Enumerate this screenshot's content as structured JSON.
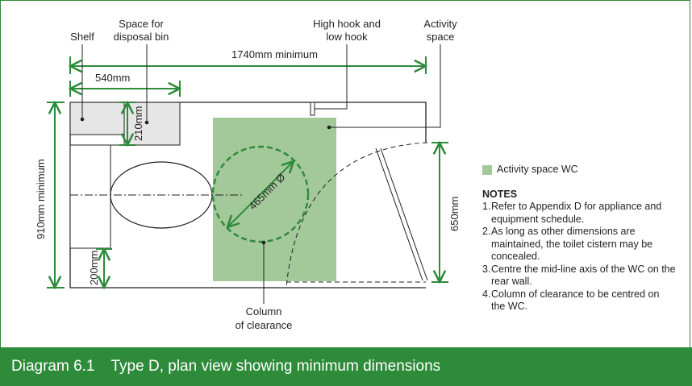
{
  "labels": {
    "shelf": "Shelf",
    "disposal_bin_line1": "Space for",
    "disposal_bin_line2": "disposal bin",
    "hooks_line1": "High hook and",
    "hooks_line2": "low hook",
    "activity_line1": "Activity",
    "activity_line2": "space",
    "column_line1": "Column",
    "column_line2": "of clearance"
  },
  "dimensions": {
    "overall_length": "1740mm minimum",
    "shelf_width": "540mm",
    "shelf_depth": "210mm",
    "room_width": "910mm minimum",
    "pan_offset": "200mm",
    "door_width": "650mm",
    "circle_diameter": "465mm Ø"
  },
  "legend": {
    "activity_space": "Activity space WC"
  },
  "notes": {
    "heading": "NOTES",
    "items": [
      {
        "num": "1.",
        "text": "Refer to Appendix D for appliance and equipment schedule."
      },
      {
        "num": "2.",
        "text": "As long as other dimensions are maintained, the toilet cistern may be concealed."
      },
      {
        "num": "3.",
        "text": "Centre the mid-line axis of the WC on the rear wall."
      },
      {
        "num": "4.",
        "text": "Column of clearance to be centred on the WC."
      }
    ]
  },
  "caption": {
    "number": "Diagram 6.1",
    "title": "Type D, plan view showing minimum dimensions"
  },
  "colors": {
    "accent_green": "#2e8b3a",
    "activity_fill": "#a3c99b",
    "fixture_grey": "#e6e6e6",
    "ink": "#231f20"
  }
}
